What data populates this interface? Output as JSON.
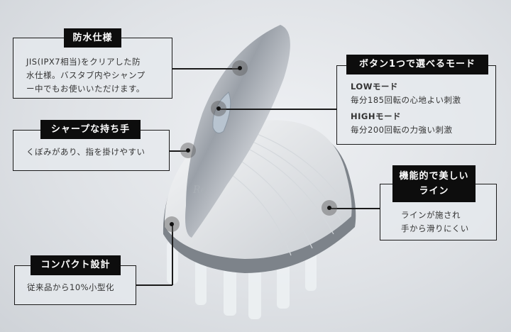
{
  "features": [
    {
      "title": "防水仕様",
      "lines": [
        "JIS(IPX7相当)をクリアした防",
        "水仕様。バスタブ内やシャンプ",
        "ー中でもお使いいただけます。"
      ]
    },
    {
      "title": "シャープな持ち手",
      "lines": [
        "くぼみがあり、指を掛けやすい"
      ]
    },
    {
      "title": "ボタン1つで選べるモード",
      "low_label": "LOWモード",
      "low_desc": "毎分185回転の心地よい刺激",
      "high_label": "HIGHモード",
      "high_desc": "毎分200回転の力強い刺激"
    },
    {
      "title_l1": "機能的で美しい",
      "title_l2": "ライン",
      "lines": [
        "ラインが施され",
        "手から滑りにくい"
      ]
    },
    {
      "title": "コンパクト設計",
      "lines": [
        "従来品から10%小型化"
      ]
    }
  ],
  "product": {
    "logo": "ReFa"
  }
}
